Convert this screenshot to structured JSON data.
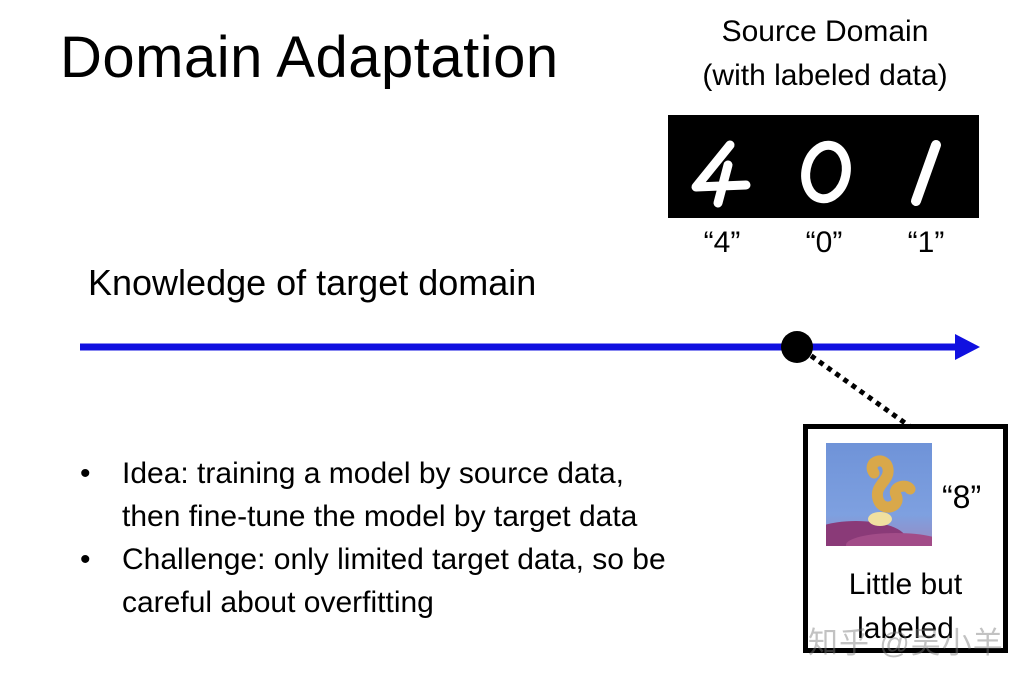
{
  "slide": {
    "title": "Domain Adaptation",
    "source": {
      "title_line1": "Source Domain",
      "title_line2": "(with labeled data)",
      "digit_labels": [
        "“4”",
        "“0”",
        "“1”"
      ]
    },
    "axis": {
      "label": "Knowledge of target domain",
      "color": "#1010e0"
    },
    "target": {
      "label": "“8”",
      "caption_line1": "Little but",
      "caption_line2": "labeled"
    },
    "bullets": [
      {
        "line1": "Idea: training a model by source data,",
        "line2": "then fine-tune the model by target data"
      },
      {
        "line1": "Challenge: only limited target data, so be",
        "line2": "careful about overfitting"
      }
    ],
    "watermark": "知乎 @吴小羊"
  }
}
